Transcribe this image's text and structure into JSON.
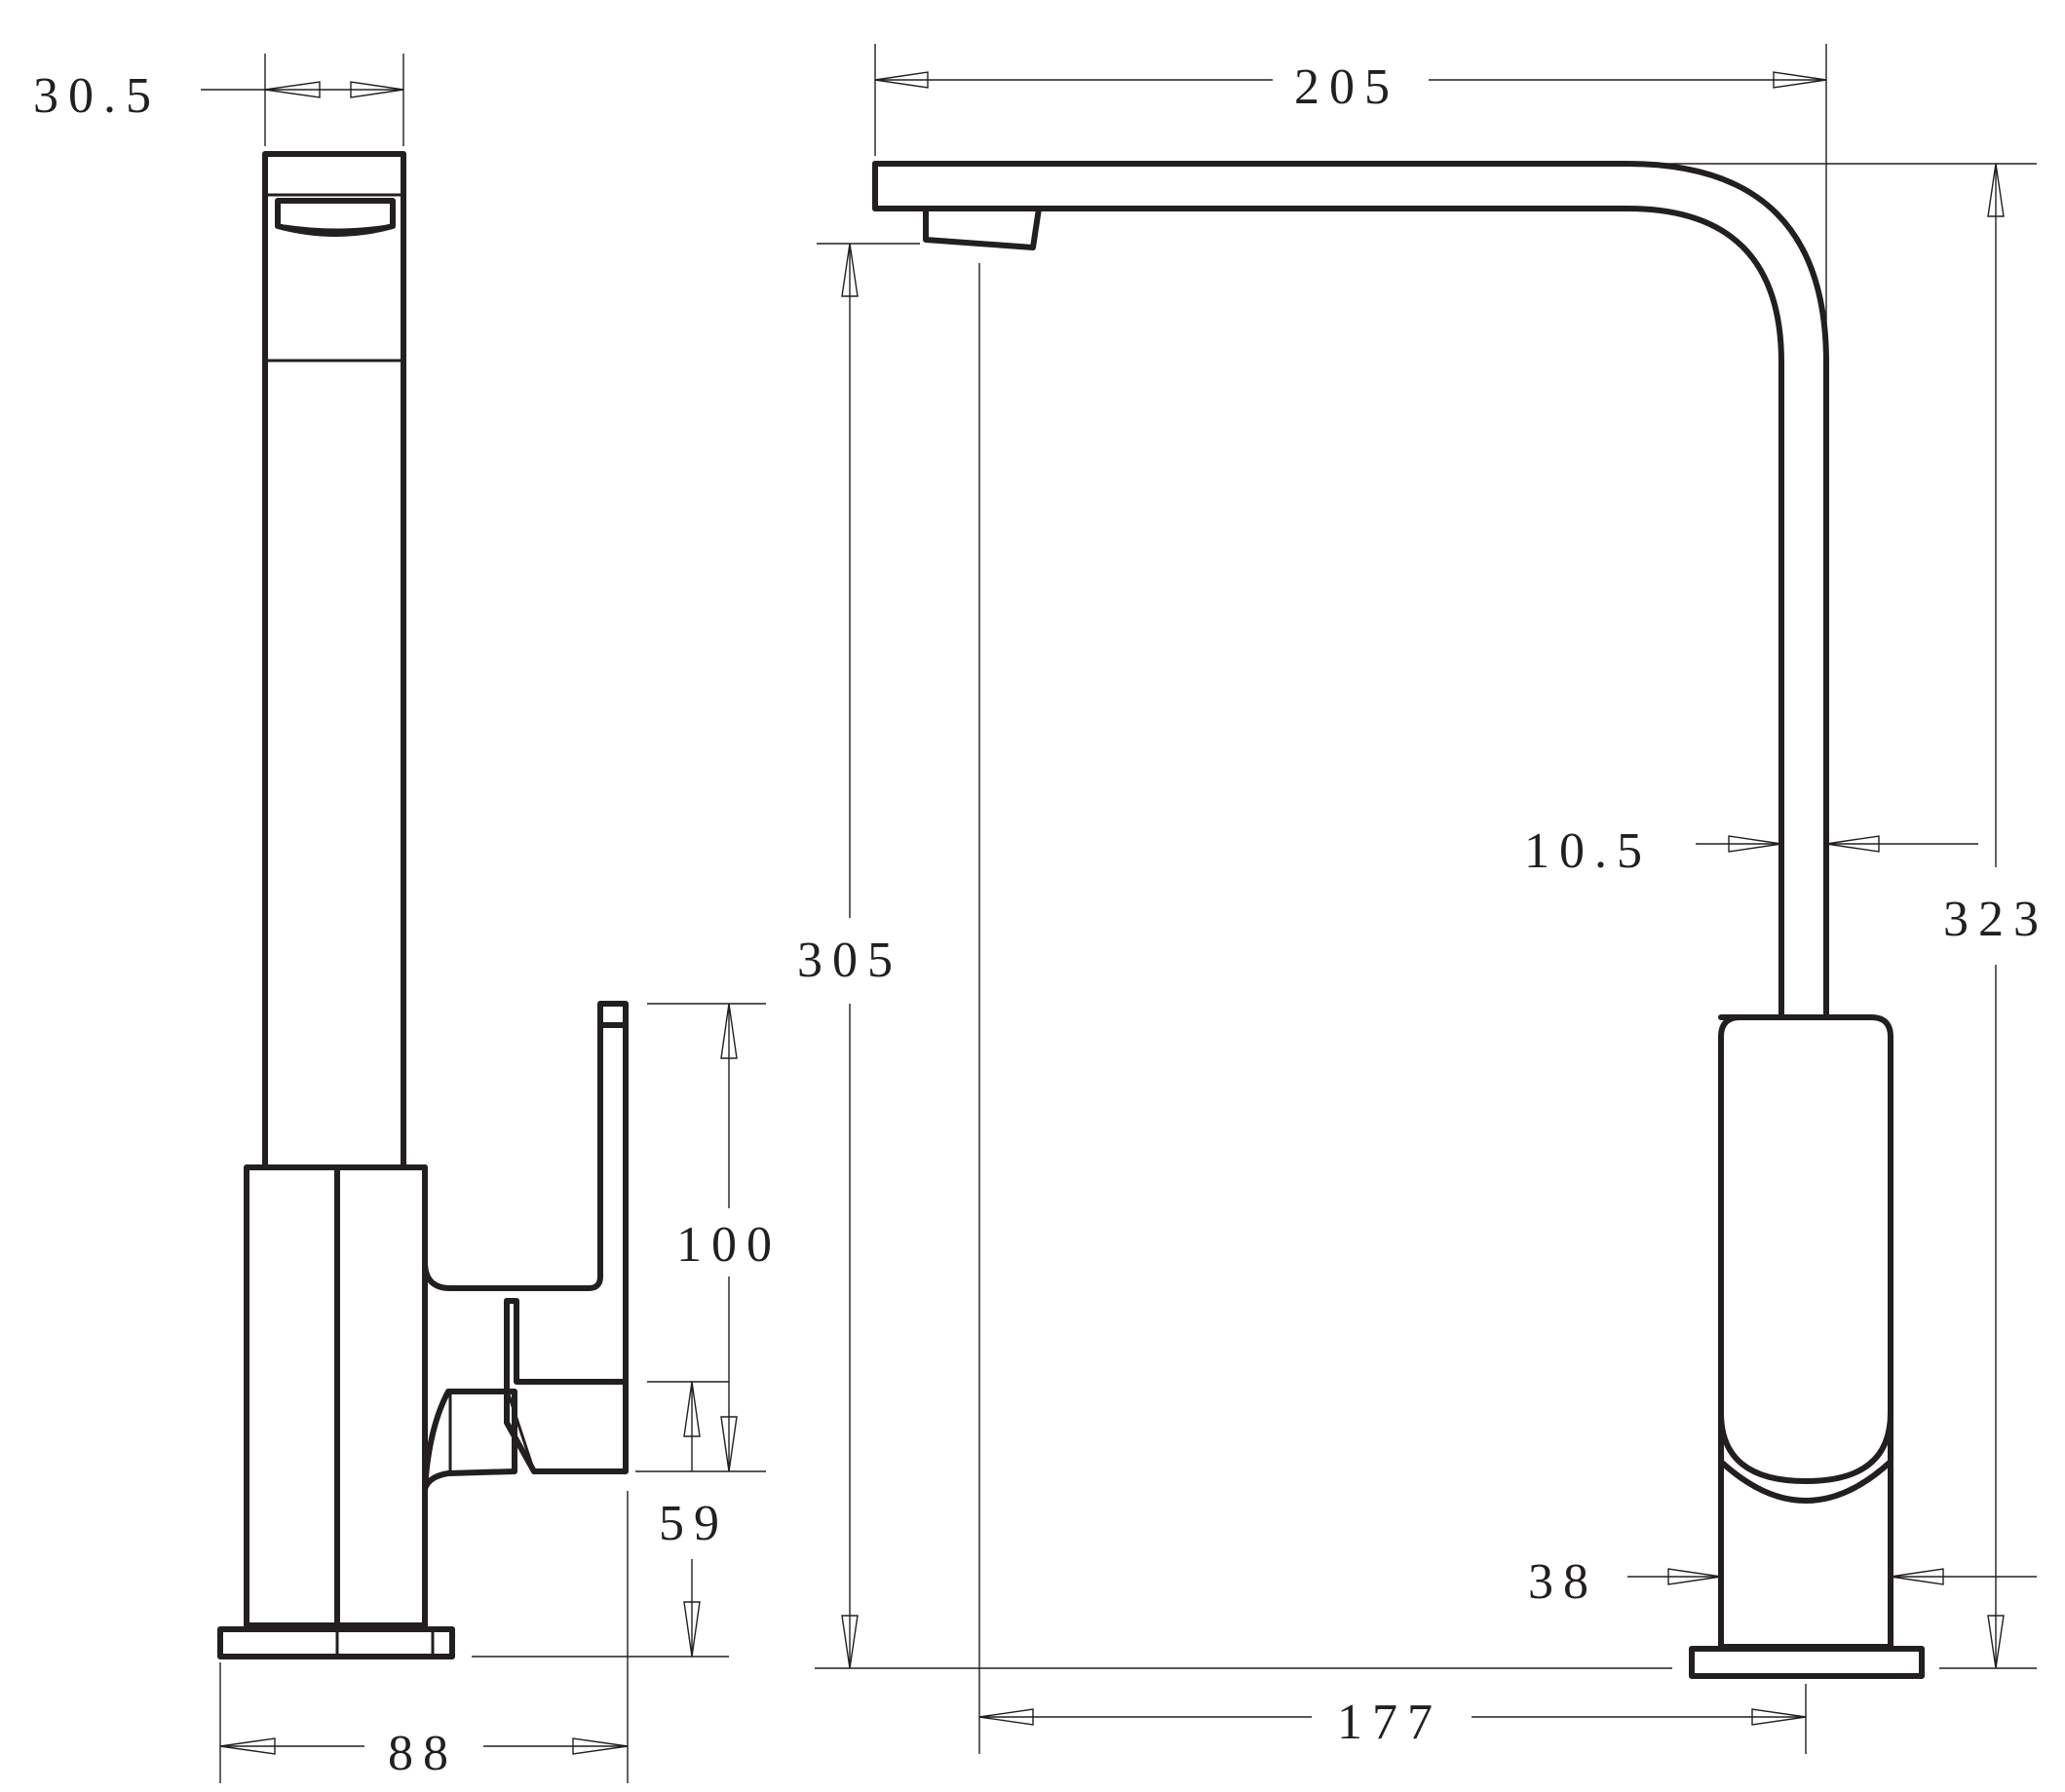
{
  "drawing": {
    "line_color": "#231f20",
    "background": "#ffffff",
    "dimensions": {
      "spout_depth": "30.5",
      "spout_reach": "205",
      "spout_height": "305",
      "total_height": "323",
      "spout_tube_width": "10.5",
      "body_width": "38",
      "handle_height": "100",
      "handle_base_height": "59",
      "base_depth": "88",
      "base_to_outlet": "177"
    }
  }
}
